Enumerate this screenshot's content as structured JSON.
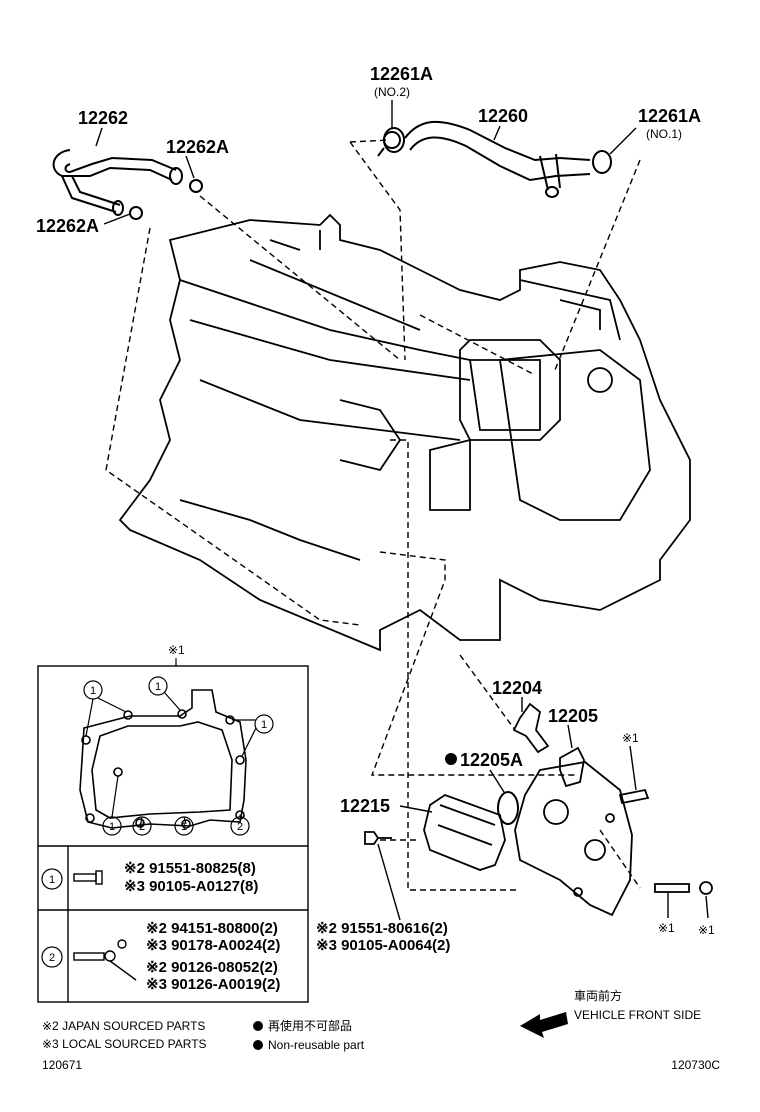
{
  "callouts": {
    "p12262": "12262",
    "p12262A_top": "12262A",
    "p12262A_left": "12262A",
    "p12261A_no2": "12261A",
    "no2": "(NO.2)",
    "p12260": "12260",
    "p12261A_no1": "12261A",
    "no1": "(NO.1)",
    "p12204": "12204",
    "p12205": "12205",
    "p12205A": "12205A",
    "p12215": "12215",
    "ref1_a": "※1",
    "ref1_b": "※1",
    "ref1_c": "※1",
    "ref1_detail": "※1"
  },
  "detail_box": {
    "circle_one": "1",
    "circle_two": "2",
    "row1": {
      "line1": "※2 91551-80825(8)",
      "line2": "※3 90105-A0127(8)"
    },
    "row2": {
      "line1": "※2 94151-80800(2)",
      "line2": "※3 90178-A0024(2)",
      "line3": "※2 90126-08052(2)",
      "line4": "※3 90126-A0019(2)"
    }
  },
  "bolt_parts": {
    "line1": "※2 91551-80616(2)",
    "line2": "※3 90105-A0064(2)"
  },
  "legend": {
    "japan": "※2 JAPAN SOURCED PARTS",
    "local": "※3 LOCAL SOURCED PARTS",
    "reuse_jp": "再使用不可部品",
    "reuse_en": "Non-reusable part",
    "front_jp": "車両前方",
    "front_en": "VEHICLE FRONT SIDE"
  },
  "codes": {
    "left": "120671",
    "right": "120730C"
  }
}
